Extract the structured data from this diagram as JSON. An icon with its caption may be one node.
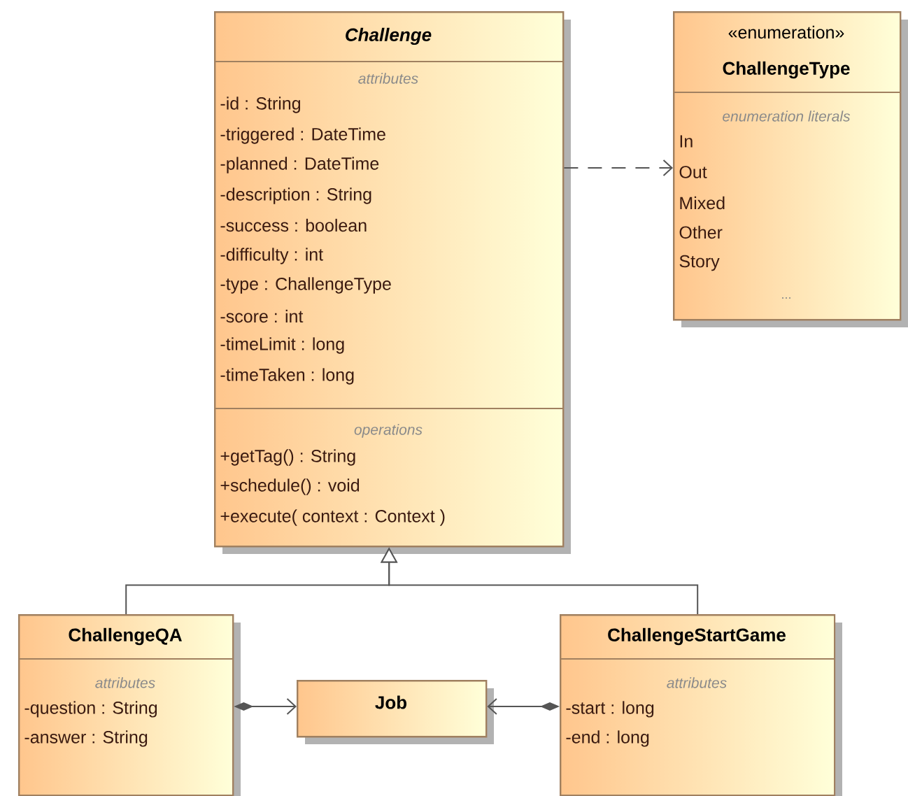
{
  "diagram": {
    "nodes": [
      {
        "text": [
          "Challenge",
          "attributes",
          "-id : String",
          "-triggered : DateTime",
          "-planned : DateTime",
          "-description : String",
          "-success  : boolean",
          "-difficulty : int",
          "-type : ChallengeType",
          "-score  : int",
          "-timeLimit : long",
          "-timeTaken : long",
          "operations",
          "+getTag() : String",
          "+schedule() : void",
          "+execute( context : Context )"
        ]
      },
      {
        "text": [
          "«enumeration»",
          "ChallengeType",
          "enumeration literals",
          "In",
          "Out",
          "Mixed",
          "Other",
          "Story",
          "..."
        ]
      },
      {
        "text": [
          "ChallengeQA",
          "attributes",
          "-question : String",
          "-answer : String"
        ]
      },
      {
        "text": [
          "Job"
        ]
      },
      {
        "text": [
          "ChallengeStartGame",
          "attributes",
          "-start : long",
          "-end : long"
        ]
      }
    ],
    "edges": [
      {
        "from": 0,
        "to": 1,
        "arrow": "to",
        "style": "dashed"
      },
      {
        "from": 2,
        "to": 0,
        "arrow": "to"
      },
      {
        "from": 4,
        "to": 0,
        "arrow": "to"
      },
      {
        "from": 2,
        "to": 3,
        "arrow": "to"
      },
      {
        "from": 4,
        "to": 3,
        "arrow": "to"
      }
    ]
  }
}
